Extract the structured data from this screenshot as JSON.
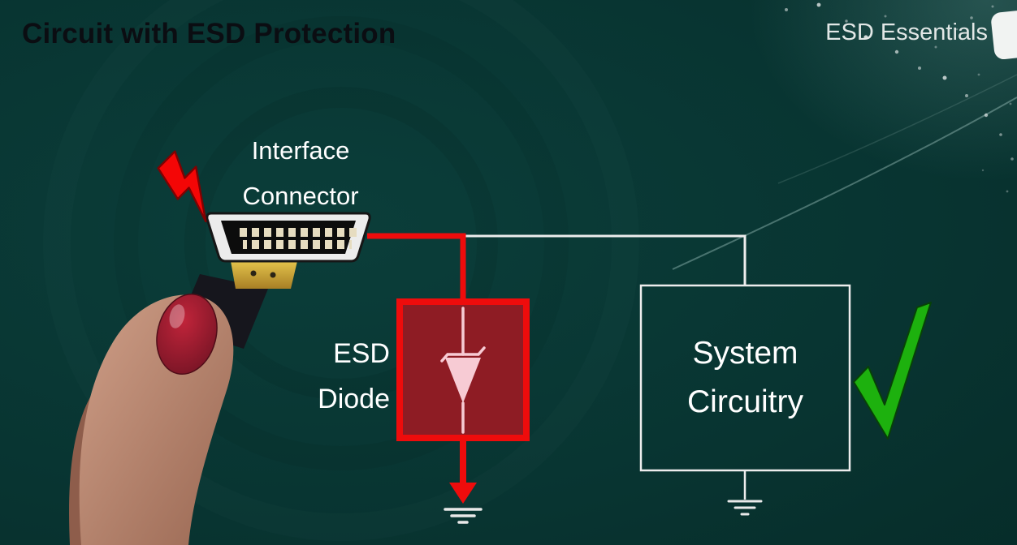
{
  "slide": {
    "title": "Circuit with ESD Protection",
    "brand": "ESD Essentials"
  },
  "labels": {
    "connector": "Interface\nConnector",
    "diode": "ESD\nDiode",
    "system": "System\nCircuitry"
  },
  "colors": {
    "background_teal": "#083431",
    "title_text": "#0b0d12",
    "label_text": "#ffffff",
    "wire_red": "#ee0c0c",
    "wire_white": "#ededed",
    "diode_box_fill": "#8e1c24",
    "diode_symbol_pink": "#f7cbd4",
    "check_green": "#1db10e",
    "lightning_red": "#f40606",
    "nail_red": "#a81d30"
  },
  "icons": {
    "lightning": "esd-strike-lightning-icon",
    "ground_diode": "ground-icon",
    "ground_system": "ground-icon",
    "check": "check-icon",
    "brand_logo": "brand-logo-icon"
  }
}
